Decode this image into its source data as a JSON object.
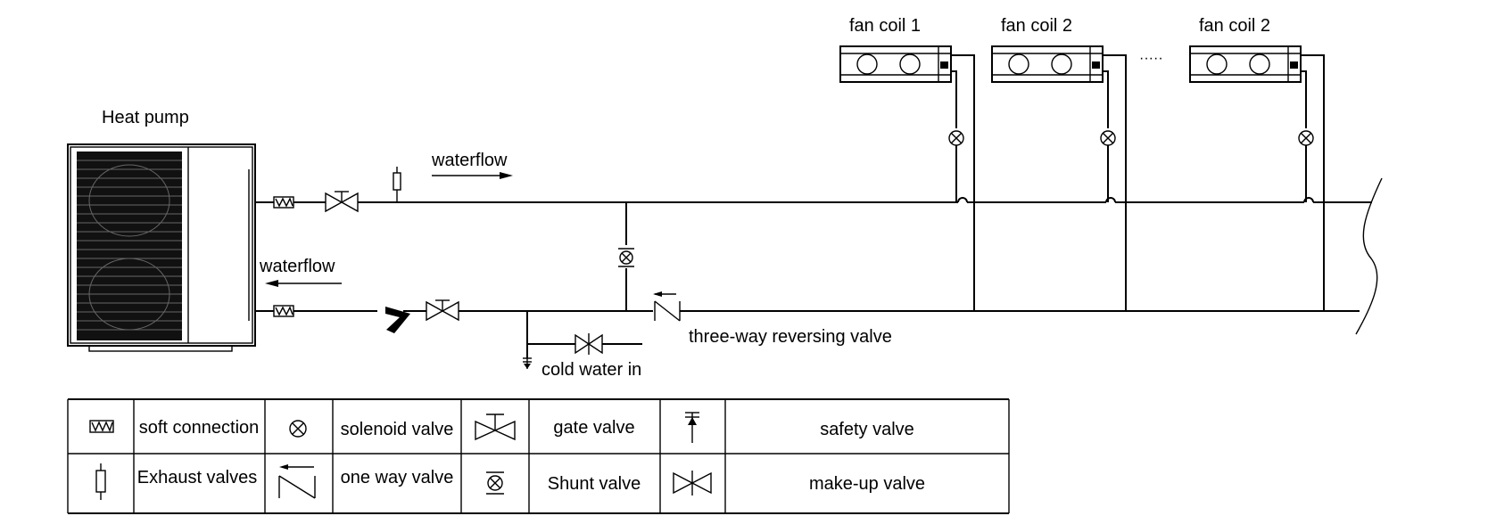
{
  "diagram": {
    "heat_pump_label": "Heat pump",
    "waterflow_supply_label": "waterflow",
    "waterflow_return_label": "waterflow",
    "three_way_valve_label": "three-way reversing valve",
    "cold_water_label": "cold water in",
    "fan_coils": [
      {
        "label": "fan coil 1"
      },
      {
        "label": "fan coil 2"
      },
      {
        "label": "fan coil 2"
      }
    ],
    "ellipsis": "·····"
  },
  "legend": {
    "rows": [
      [
        {
          "symbol": "soft-connection-icon",
          "label": "soft connection"
        },
        {
          "symbol": "solenoid-valve-icon",
          "label": "solenoid valve"
        },
        {
          "symbol": "gate-valve-icon",
          "label": "gate valve"
        },
        {
          "symbol": "safety-valve-icon",
          "label": "safety valve"
        }
      ],
      [
        {
          "symbol": "exhaust-valve-icon",
          "label": "Exhaust valves"
        },
        {
          "symbol": "one-way-valve-icon",
          "label": "one way valve"
        },
        {
          "symbol": "shunt-valve-icon",
          "label": "Shunt valve"
        },
        {
          "symbol": "make-up-valve-icon",
          "label": "make-up valve"
        }
      ]
    ]
  }
}
